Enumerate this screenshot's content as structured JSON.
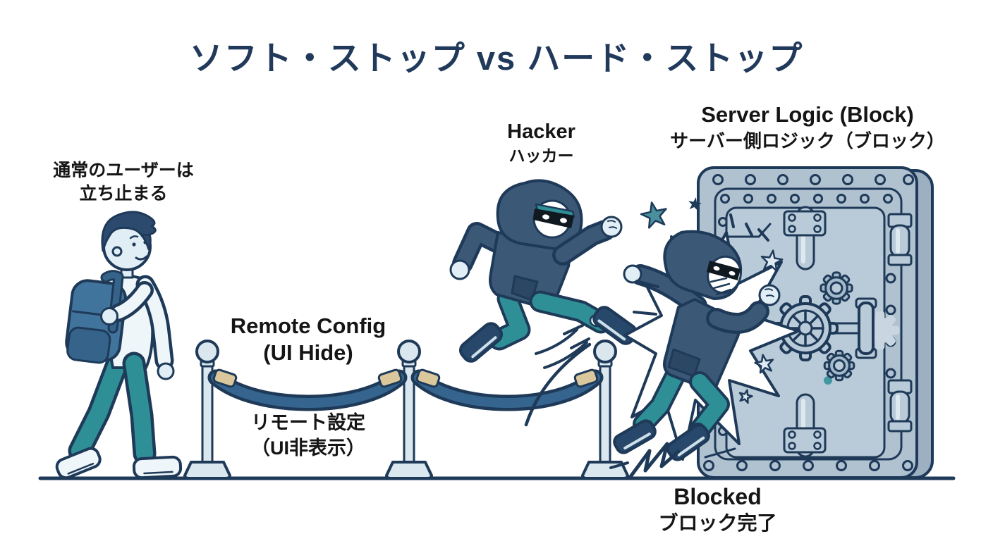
{
  "title": "ソフト・ストップ vs ハード・ストップ",
  "labels": {
    "normal_user_line1": "通常のユーザーは",
    "normal_user_line2": "立ち止まる",
    "hacker_en": "Hacker",
    "hacker_ja": "ハッカー",
    "server_en": "Server Logic (Block)",
    "server_ja": "サーバー側ロジック（ブロック）",
    "remote_en_line1": "Remote Config",
    "remote_en_line2": "(UI Hide)",
    "remote_ja_line1": "リモート設定",
    "remote_ja_line2": "（UI非表示）",
    "blocked_en": "Blocked",
    "blocked_ja": "ブロック完了"
  },
  "figures": {
    "normal_user": "man with backpack walking and stopping at rope barrier",
    "rope_barrier": "three stanchion posts connected by sagging rope",
    "jumping_hacker": "masked hooded hacker leaping over the rope",
    "blocked_hacker": "masked hooded hacker bouncing off the vault door",
    "vault": "steel vault door with wheel lock, gears and hinges",
    "impact_burst": "white star burst where hacker hits the vault"
  },
  "colors": {
    "background": "#ffffff",
    "title_text": "#21395b",
    "label_text": "#151515",
    "outline": "#1e3a58",
    "hair": "#2c4a6e",
    "skin": "#e2eef6",
    "white_soft": "#eff6fa",
    "teal": "#2e8f96",
    "hood": "#3b5877",
    "hood_dark": "#2c4763",
    "shoe_navy": "#27476b",
    "backpack": "#41749c",
    "backpack_dark": "#35638a",
    "stanchion": "#dbe7ee",
    "rope": "#35658f",
    "rope_clip": "#dac79c",
    "vault_front": "#b0c1d0",
    "vault_panel": "#b9cad8",
    "vault_side": "#9cb0c2",
    "gear": "#a4b9ca",
    "gear_light": "#c9d6e1",
    "cylinder_highlight": "#dde8ef",
    "star_teal": "#4a8f9d",
    "star_light": "#dfe9f1",
    "mask_ink": "#101820"
  }
}
